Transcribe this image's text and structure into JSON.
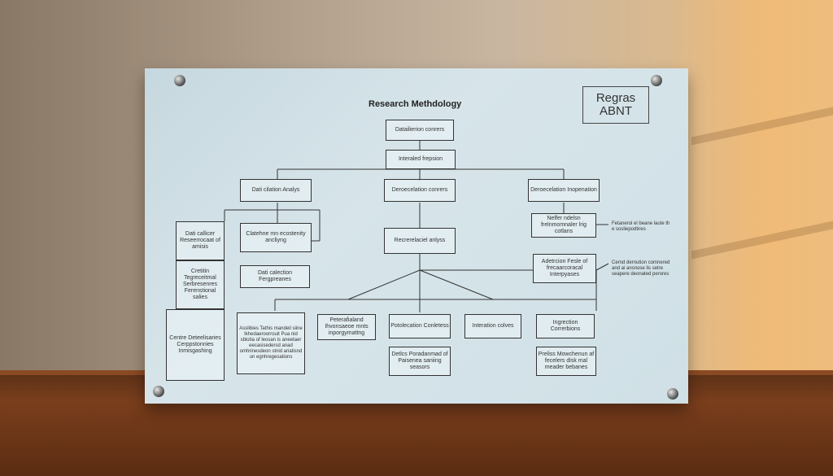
{
  "board": {
    "title": "Research Methdology",
    "stamp": {
      "line1": "Regras",
      "line2": "ABNT"
    }
  },
  "boxes": {
    "top": "Datailierion conrers",
    "center_main": "Interaled frepsion",
    "left_l2": "Dati cilation Analys",
    "mid_l2": "Deroecelation conrers",
    "right_l2": "Deroecelation Inopenation",
    "left_l3": "Clatehne mn ecostenity ancliyng",
    "mid_l3": "Recrerelaciel anlyss",
    "right_l3": "Nelfer ndelsn frelnmomnaler lrig cotlans",
    "left_col_a": "Dati callicer Reseerrocaat of amisis",
    "left_col_b": "Cretitin Tegreceitmal Serbresenres Ferenstional salies",
    "left_col_c": "Centre Deteelisaries Cerppstonnies Inmisgashing",
    "data_collection": "Dati calection Fergpreanes",
    "right_mid": "Adetrcion Fesle of frecaarcoracal Interpyases",
    "bottom_1": "Asslibies Tathis mandeil siine Ikhedaeroorrouit Pua nid sblotia of leosan is aneetaer eecasisedersd anad omhrinesdeon stnid ariatisnd un egnhregesations",
    "bottom_2": "Peterafialand Ihvonsaeoe mnts inporgymattng",
    "bottom_3": "Potolecation Conletess",
    "bottom_4": "Interation colves",
    "bottom_5": "Ingrection Correrbions",
    "bottom_3b": "Detlcs Poradanmad of Paisenea saniing seasors",
    "bottom_5b": "Preliss Mowchenun af fecelers disk mal meader bebanes"
  },
  "notes": {
    "right_top": "Fetanerol el beane laute th e sosliepodtires",
    "right_mid": "Cernd dernution comnered and ai ansnose lis setre seapere deonated perores"
  }
}
